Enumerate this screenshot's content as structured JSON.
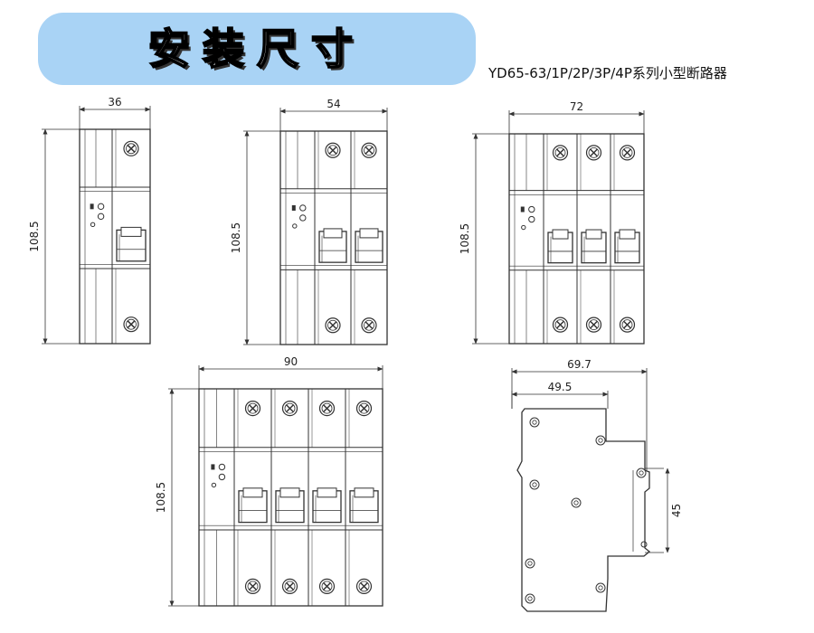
{
  "title": "安装尺寸",
  "subtitle": "YD65-63/1P/2P/3P/4P系列小型断路器",
  "views": [
    {
      "poles": 1,
      "width_label": "36",
      "height_label": "108.5"
    },
    {
      "poles": 2,
      "width_label": "54",
      "height_label": "108.5"
    },
    {
      "poles": 3,
      "width_label": "72",
      "height_label": "108.5"
    },
    {
      "poles": 4,
      "width_label": "90",
      "height_label": "108.5"
    }
  ],
  "side_view": {
    "depth_label": "69.7",
    "front_label": "49.5",
    "rail_label": "45"
  },
  "colors": {
    "banner": "#a9d3f5",
    "line": "#333333"
  }
}
